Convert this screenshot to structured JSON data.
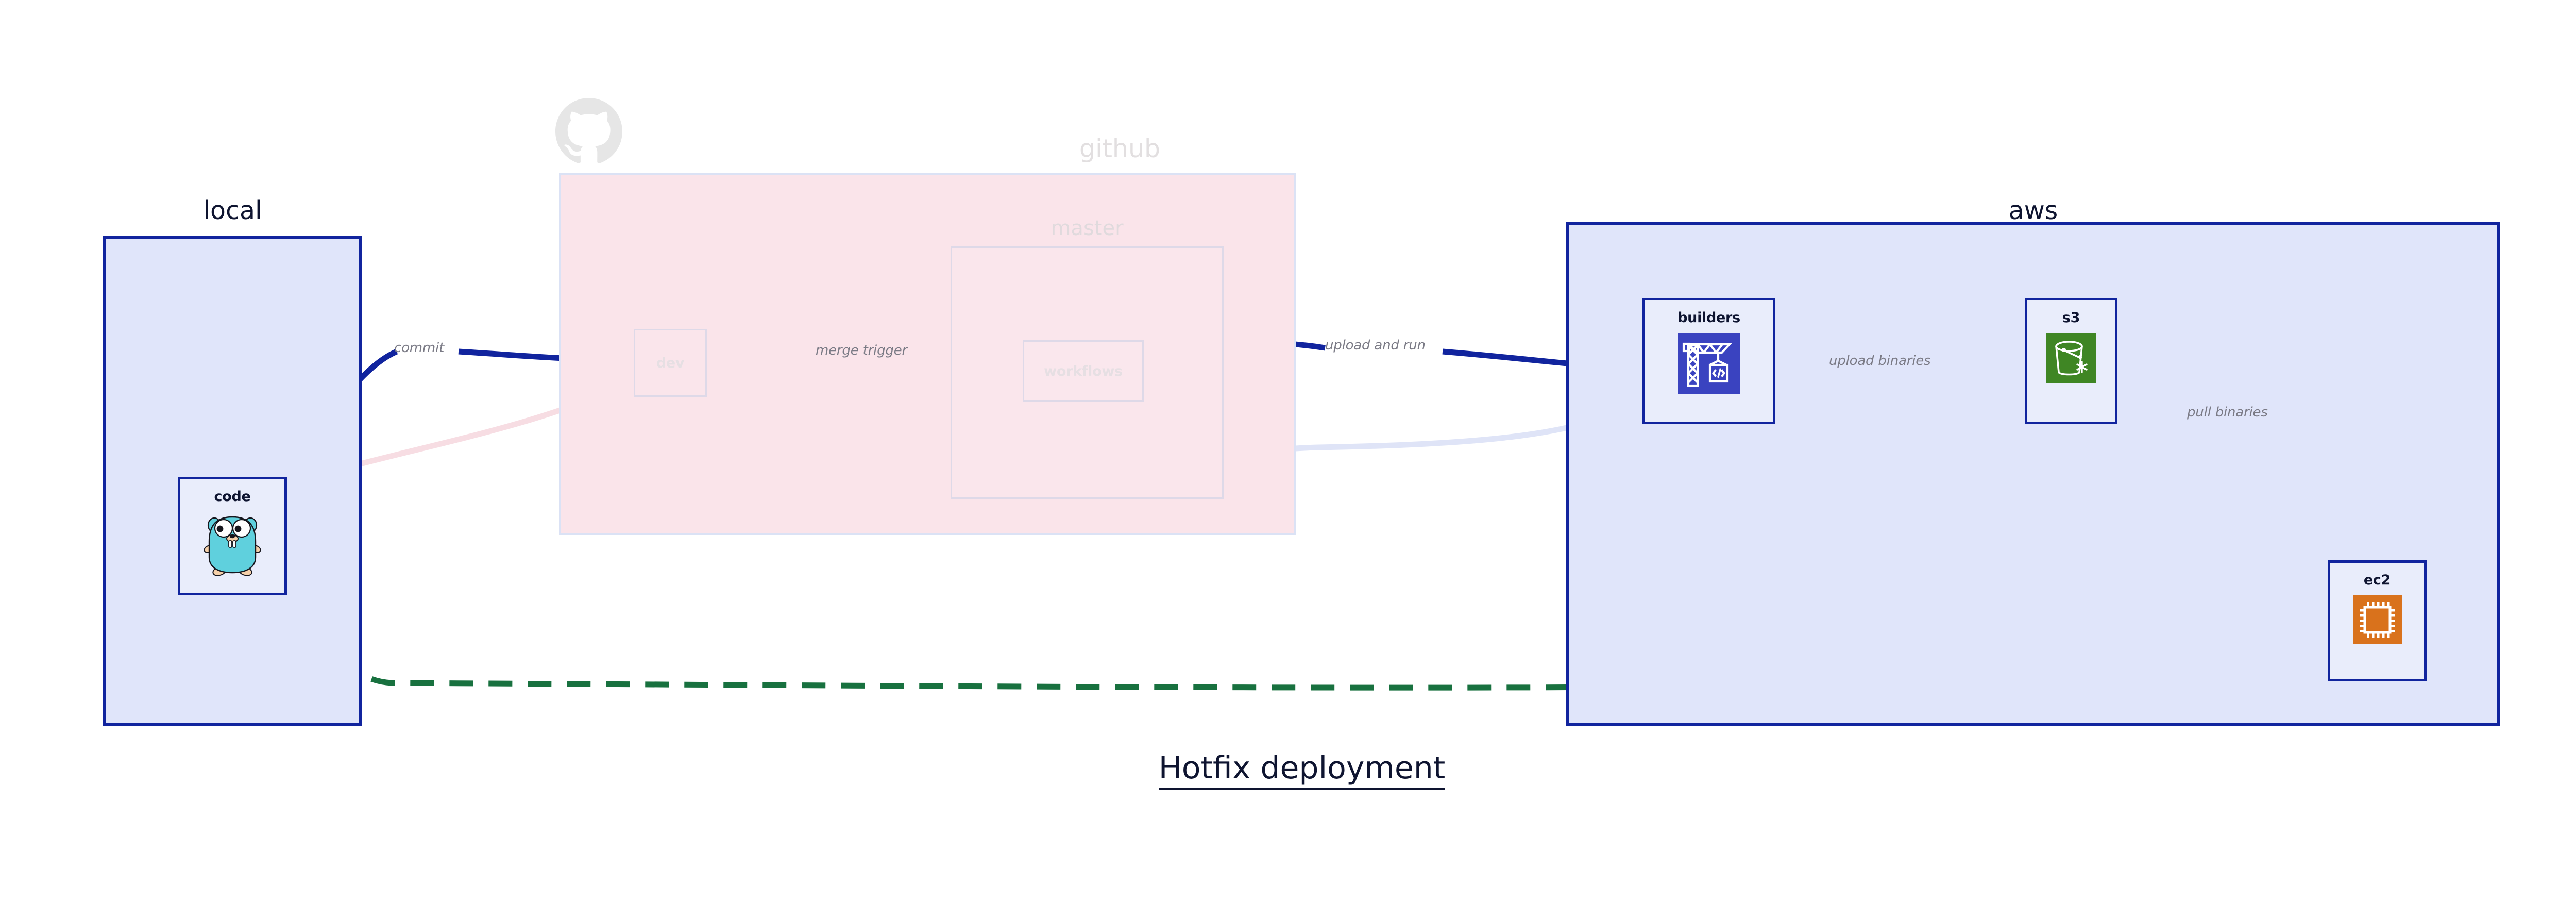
{
  "diagram": {
    "title": "Hotfix deployment",
    "type": "deployment-flow-diagram"
  },
  "colors": {
    "solid_border": "#11249e",
    "solid_fill": "#e0e5fa",
    "node_fill": "#e9edfb",
    "github_fill": "#fae4ea",
    "edge_solid": "#11249e",
    "edge_dashed": "#18713f",
    "edge_label": "#7a7a85",
    "faded_text": "#e2dfe0",
    "title_text": "#0e1430",
    "s3_icon_bg": "#3f8624",
    "ec2_icon_bg": "#d9721c",
    "builders_icon_bg": "#3a43c0",
    "gopher_body": "#5fd0dd"
  },
  "groups": [
    {
      "id": "local",
      "label": "local",
      "state": "solid"
    },
    {
      "id": "github",
      "label": "github",
      "state": "faded",
      "icon": "github-octocat-icon"
    },
    {
      "id": "aws",
      "label": "aws",
      "state": "solid"
    }
  ],
  "subgroups": [
    {
      "id": "master",
      "label": "master",
      "parent": "github",
      "state": "faded"
    }
  ],
  "nodes": [
    {
      "id": "code",
      "label": "code",
      "group": "local",
      "state": "solid",
      "icon": "go-gopher-icon"
    },
    {
      "id": "dev",
      "label": "dev",
      "group": "github",
      "state": "faded",
      "icon": null
    },
    {
      "id": "workflows",
      "label": "workflows",
      "group": "master",
      "state": "faded",
      "icon": null
    },
    {
      "id": "builders",
      "label": "builders",
      "group": "aws",
      "state": "solid",
      "icon": "crane-code-icon"
    },
    {
      "id": "s3",
      "label": "s3",
      "group": "aws",
      "state": "solid",
      "icon": "s3-bucket-icon"
    },
    {
      "id": "ec2",
      "label": "ec2",
      "group": "aws",
      "state": "solid",
      "icon": "cpu-chip-icon"
    }
  ],
  "edges": [
    {
      "id": "commit",
      "from": "code",
      "to": "dev",
      "label": "commit",
      "style": "solid",
      "state": "active"
    },
    {
      "id": "merge-trigger",
      "from": "dev",
      "to": "workflows",
      "label": "merge trigger",
      "style": "solid",
      "state": "active"
    },
    {
      "id": "upload-and-run",
      "from": "workflows",
      "to": "builders",
      "label": "upload and run",
      "style": "solid",
      "state": "active"
    },
    {
      "id": "upload-binaries",
      "from": "builders",
      "to": "s3",
      "label": "upload binaries",
      "style": "solid",
      "state": "active"
    },
    {
      "id": "pull-binaries",
      "from": "s3",
      "to": "ec2",
      "label": "pull binaries",
      "style": "solid",
      "state": "active"
    },
    {
      "id": "hotfix-direct",
      "from": "code",
      "to": "ec2",
      "label": "",
      "style": "dashed",
      "state": "active"
    },
    {
      "id": "faded-code-dev",
      "from": "code",
      "to": "dev",
      "label": "",
      "style": "solid",
      "state": "faded"
    },
    {
      "id": "faded-dev-workflows",
      "from": "dev",
      "to": "workflows",
      "label": "",
      "style": "solid",
      "state": "faded"
    },
    {
      "id": "faded-workflows-builders",
      "from": "workflows",
      "to": "builders",
      "label": "",
      "style": "solid",
      "state": "faded"
    }
  ]
}
